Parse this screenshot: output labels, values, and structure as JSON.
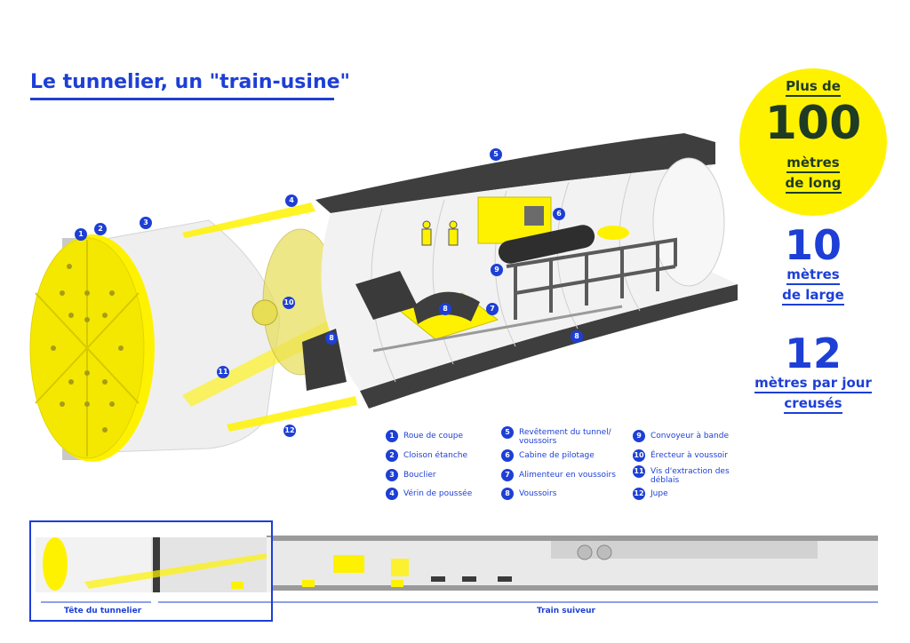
{
  "title": "Le tunnelier, un \"train-usine\"",
  "colors": {
    "accent": "#1d3fd6",
    "yellow": "#fff200",
    "dark": "#3a3a3a",
    "grey": "#d6d6d6"
  },
  "stats": {
    "length": {
      "prefix": "Plus de",
      "value": "100",
      "unit1": "mètres",
      "unit2": "de long"
    },
    "width": {
      "value": "10",
      "unit1": "mètres",
      "unit2": "de large"
    },
    "speed": {
      "value": "12",
      "unit1": "mètres par jour",
      "unit2": "creusés"
    }
  },
  "legend": [
    {
      "num": "1",
      "label": "Roue de coupe"
    },
    {
      "num": "2",
      "label": "Cloison étanche"
    },
    {
      "num": "3",
      "label": "Bouclier"
    },
    {
      "num": "4",
      "label": "Vérin de poussée"
    },
    {
      "num": "5",
      "label": "Revêtement du tunnel/ voussoirs"
    },
    {
      "num": "6",
      "label": "Cabine de pilotage"
    },
    {
      "num": "7",
      "label": "Alimenteur en voussoirs"
    },
    {
      "num": "8",
      "label": "Voussoirs"
    },
    {
      "num": "9",
      "label": "Convoyeur à bande"
    },
    {
      "num": "10",
      "label": "Érecteur à voussoir"
    },
    {
      "num": "11",
      "label": "Vis d'extraction des déblais"
    },
    {
      "num": "12",
      "label": "Jupe"
    }
  ],
  "markers": [
    "1",
    "2",
    "3",
    "4",
    "5",
    "6",
    "7",
    "8",
    "8",
    "9",
    "10",
    "11",
    "12"
  ],
  "overview": {
    "head_label": "Tête du tunnelier",
    "train_label": "Train suiveur"
  }
}
